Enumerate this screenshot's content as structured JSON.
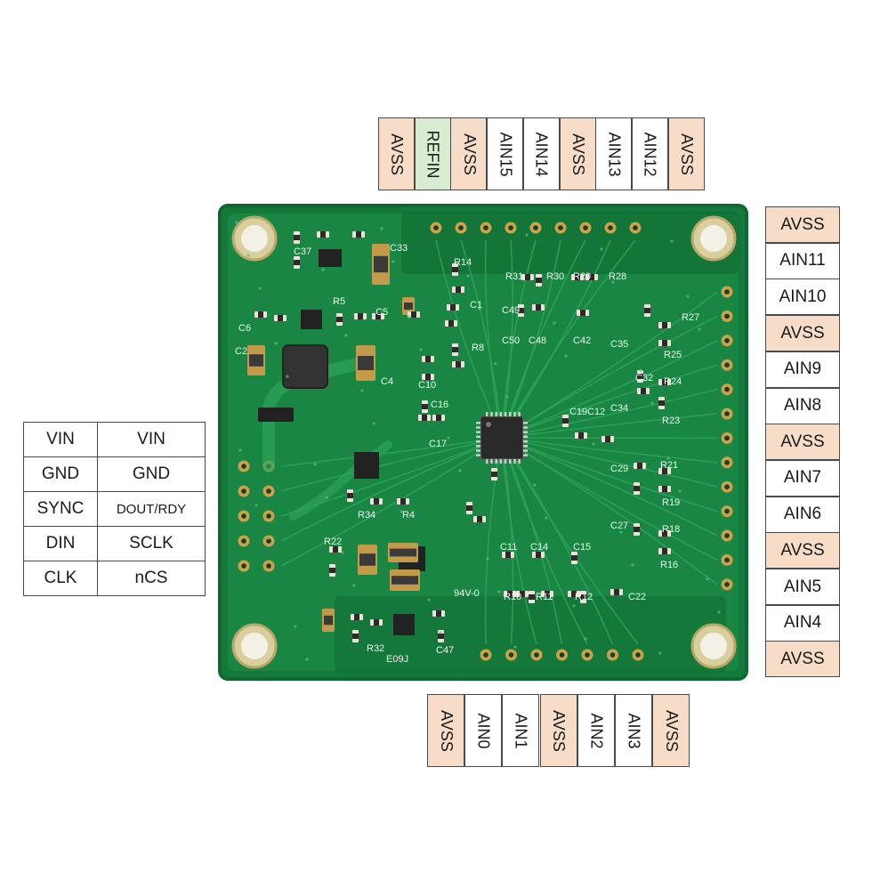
{
  "top_header": {
    "pins": [
      {
        "label": "AVSS",
        "kind": "avss"
      },
      {
        "label": "REFIN",
        "kind": "refin"
      },
      {
        "label": "AVSS",
        "kind": "avss"
      },
      {
        "label": "AIN15",
        "kind": "plain"
      },
      {
        "label": "AIN14",
        "kind": "plain"
      },
      {
        "label": "AVSS",
        "kind": "avss"
      },
      {
        "label": "AIN13",
        "kind": "plain"
      },
      {
        "label": "AIN12",
        "kind": "plain"
      },
      {
        "label": "AVSS",
        "kind": "avss"
      }
    ]
  },
  "right_header": {
    "pins": [
      {
        "label": "AVSS",
        "kind": "avss"
      },
      {
        "label": "AIN11",
        "kind": "plain"
      },
      {
        "label": "AIN10",
        "kind": "plain"
      },
      {
        "label": "AVSS",
        "kind": "avss"
      },
      {
        "label": "AIN9",
        "kind": "plain"
      },
      {
        "label": "AIN8",
        "kind": "plain"
      },
      {
        "label": "AVSS",
        "kind": "avss"
      },
      {
        "label": "AIN7",
        "kind": "plain"
      },
      {
        "label": "AIN6",
        "kind": "plain"
      },
      {
        "label": "AVSS",
        "kind": "avss"
      },
      {
        "label": "AIN5",
        "kind": "plain"
      },
      {
        "label": "AIN4",
        "kind": "plain"
      },
      {
        "label": "AVSS",
        "kind": "avss"
      }
    ]
  },
  "bottom_header": {
    "pins": [
      {
        "label": "AVSS",
        "kind": "avss"
      },
      {
        "label": "AIN0",
        "kind": "plain"
      },
      {
        "label": "AIN1",
        "kind": "plain"
      },
      {
        "label": "AVSS",
        "kind": "avss"
      },
      {
        "label": "AIN2",
        "kind": "plain"
      },
      {
        "label": "AIN3",
        "kind": "plain"
      },
      {
        "label": "AVSS",
        "kind": "avss"
      }
    ]
  },
  "left_table": {
    "rows": [
      [
        "VIN",
        "VIN"
      ],
      [
        "GND",
        "GND"
      ],
      [
        "SYNC",
        "DOUT/RDY"
      ],
      [
        "DIN",
        "SCLK"
      ],
      [
        "CLK",
        "nCS"
      ]
    ]
  },
  "pcb": {
    "colors": {
      "board": "#147a3c",
      "copper": "#1d8f48",
      "silkscreen": "#f2f2f2",
      "pad": "#c9a24a",
      "chip": "#2a2a2a"
    },
    "silkscreen_labels": [
      "C37",
      "C33",
      "R14",
      "R31",
      "R30",
      "R29",
      "R28",
      "R5",
      "C5",
      "C6",
      "C1",
      "C49",
      "C50",
      "C48",
      "C42",
      "R27",
      "R25",
      "C35",
      "C2",
      "C4",
      "R8",
      "C10",
      "C32",
      "R24",
      "R23",
      "C34",
      "C16",
      "C17",
      "C19",
      "C12",
      "C29",
      "R21",
      "R19",
      "R34",
      "R4",
      "C27",
      "R18",
      "R16",
      "R22",
      "C11",
      "C14",
      "C15",
      "R10",
      "R11",
      "R12",
      "C22",
      "94V-0",
      "R32",
      "C47",
      "E09J"
    ]
  }
}
